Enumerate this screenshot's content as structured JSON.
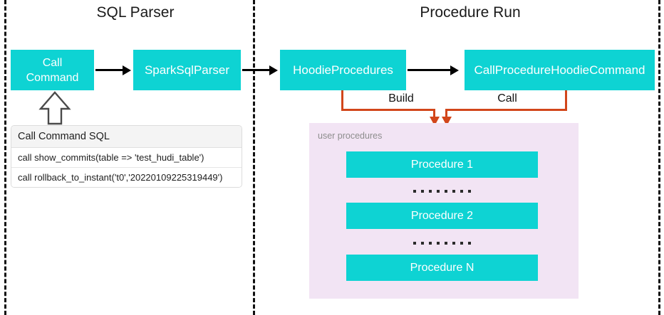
{
  "sections": [
    {
      "title": "SQL Parser"
    },
    {
      "title": "Procedure Run"
    }
  ],
  "nodes": {
    "call_command": "Call\nCommand",
    "call_command_line1": "Call",
    "call_command_line2": "Command",
    "spark_sql_parser": "SparkSqlParser",
    "hoodie_procedures": "HoodieProcedures",
    "call_procedure_hoodie_command": "CallProcedureHoodieCommand"
  },
  "sql_table": {
    "header": "Call Command SQL",
    "rows": [
      "call show_commits(table => 'test_hudi_table')",
      "call rollback_to_instant('t0','20220109225319449')"
    ]
  },
  "connectors": {
    "build_label": "Build",
    "call_label": "Call"
  },
  "procedures_panel": {
    "label": "user procedures",
    "items": [
      {
        "type": "box",
        "label": "Procedure 1"
      },
      {
        "type": "dots",
        "count": 8
      },
      {
        "type": "box",
        "label": "Procedure 2"
      },
      {
        "type": "dots",
        "count": 8
      },
      {
        "type": "box",
        "label": "Procedure N"
      }
    ]
  },
  "colors": {
    "node_teal": "#0ED3D3",
    "connector_orange": "#D2461B",
    "panel_lavender": "#F2E4F4",
    "divider_black": "#111111",
    "text_white": "#FFFFFF"
  }
}
